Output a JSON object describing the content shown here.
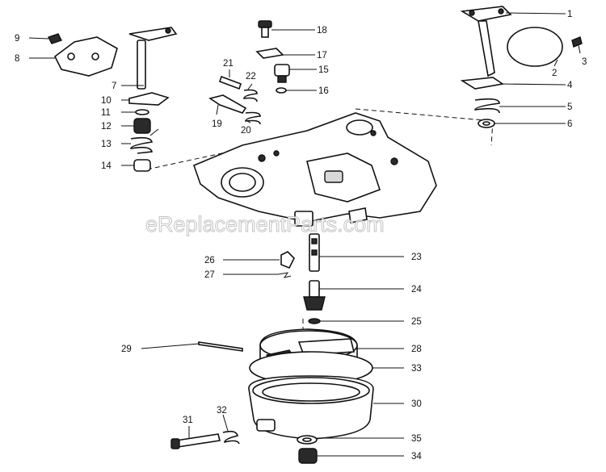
{
  "watermark": "eReplacementParts.com",
  "callouts": [
    {
      "id": "1",
      "label": "1"
    },
    {
      "id": "2",
      "label": "2"
    },
    {
      "id": "3",
      "label": "3"
    },
    {
      "id": "4",
      "label": "4"
    },
    {
      "id": "5",
      "label": "5"
    },
    {
      "id": "6",
      "label": "6"
    },
    {
      "id": "7",
      "label": "7"
    },
    {
      "id": "8",
      "label": "8"
    },
    {
      "id": "9",
      "label": "9"
    },
    {
      "id": "10",
      "label": "10"
    },
    {
      "id": "11",
      "label": "11"
    },
    {
      "id": "12",
      "label": "12"
    },
    {
      "id": "13",
      "label": "13"
    },
    {
      "id": "14",
      "label": "14"
    },
    {
      "id": "15",
      "label": "15"
    },
    {
      "id": "16",
      "label": "16"
    },
    {
      "id": "17",
      "label": "17"
    },
    {
      "id": "18",
      "label": "18"
    },
    {
      "id": "19",
      "label": "19"
    },
    {
      "id": "20",
      "label": "20"
    },
    {
      "id": "21",
      "label": "21"
    },
    {
      "id": "22",
      "label": "22"
    },
    {
      "id": "23",
      "label": "23"
    },
    {
      "id": "24",
      "label": "24"
    },
    {
      "id": "25",
      "label": "25"
    },
    {
      "id": "26",
      "label": "26"
    },
    {
      "id": "27",
      "label": "27"
    },
    {
      "id": "28",
      "label": "28"
    },
    {
      "id": "29",
      "label": "29"
    },
    {
      "id": "30",
      "label": "30"
    },
    {
      "id": "31",
      "label": "31"
    },
    {
      "id": "32",
      "label": "32"
    },
    {
      "id": "33",
      "label": "33"
    },
    {
      "id": "34",
      "label": "34"
    },
    {
      "id": "35",
      "label": "35"
    }
  ]
}
